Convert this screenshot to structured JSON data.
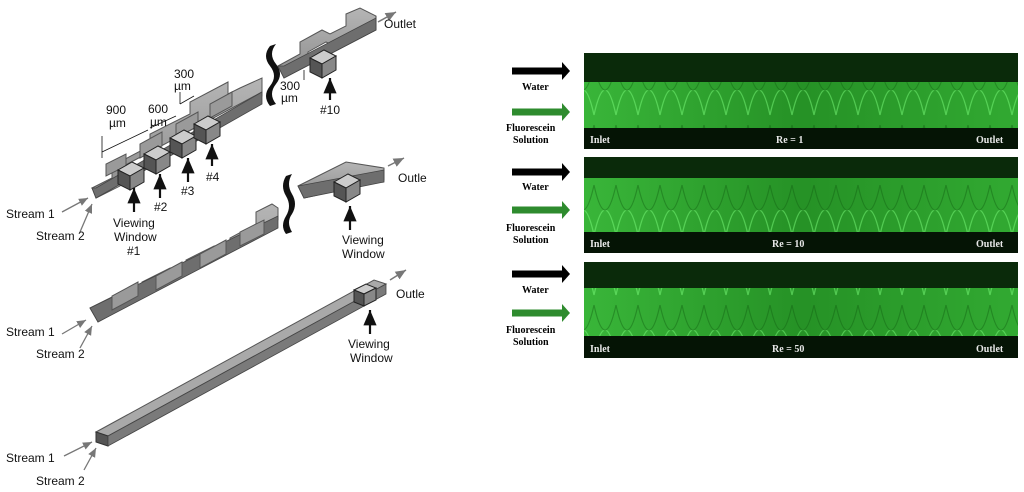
{
  "left": {
    "top_channel": {
      "outlet": "Outlet",
      "dim_900": "900",
      "dim_600": "600",
      "dim_300a": "300",
      "dim_300b": "300",
      "unit": "µm",
      "windows": [
        "Viewing",
        "Window",
        "#1",
        "#2",
        "#3",
        "#4",
        "#10"
      ],
      "stream1": "Stream 1",
      "stream2": "Stream 2"
    },
    "middle_channel": {
      "outlet": "Outle",
      "viewing": "Viewing",
      "window": "Window",
      "stream1": "Stream 1",
      "stream2": "Stream 2"
    },
    "bottom_channel": {
      "outlet": "Outle",
      "viewing": "Viewing",
      "window": "Window",
      "stream1": "Stream 1",
      "stream2": "Stream 2"
    }
  },
  "right": {
    "water": "Water",
    "fluor_line1": "Fluorescein",
    "fluor_line2": "Solution",
    "inlet": "Inlet",
    "outlet": "Outlet",
    "panels": [
      {
        "re": "Re = 1"
      },
      {
        "re": "Re = 10"
      },
      {
        "re": "Re = 50"
      }
    ],
    "colors": {
      "water_arrow": "#000000",
      "fluor_arrow": "#2e8b2e",
      "panel_bg": "#0a2a0a",
      "glow": "#39d639"
    }
  }
}
